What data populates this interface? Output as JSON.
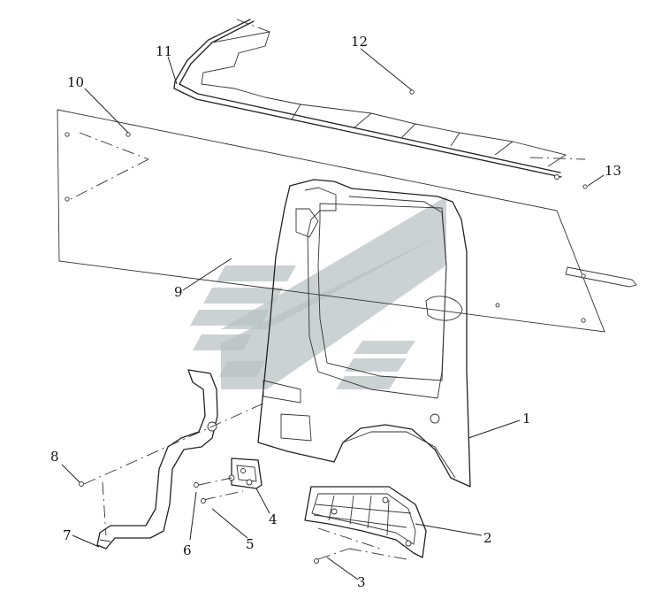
{
  "callouts": [
    "1",
    "2",
    "3",
    "4",
    "5",
    "6",
    "7",
    "8",
    "9",
    "10",
    "11",
    "12",
    "13"
  ],
  "watermark_color": "#b9c3c4",
  "line_color": "#222222"
}
